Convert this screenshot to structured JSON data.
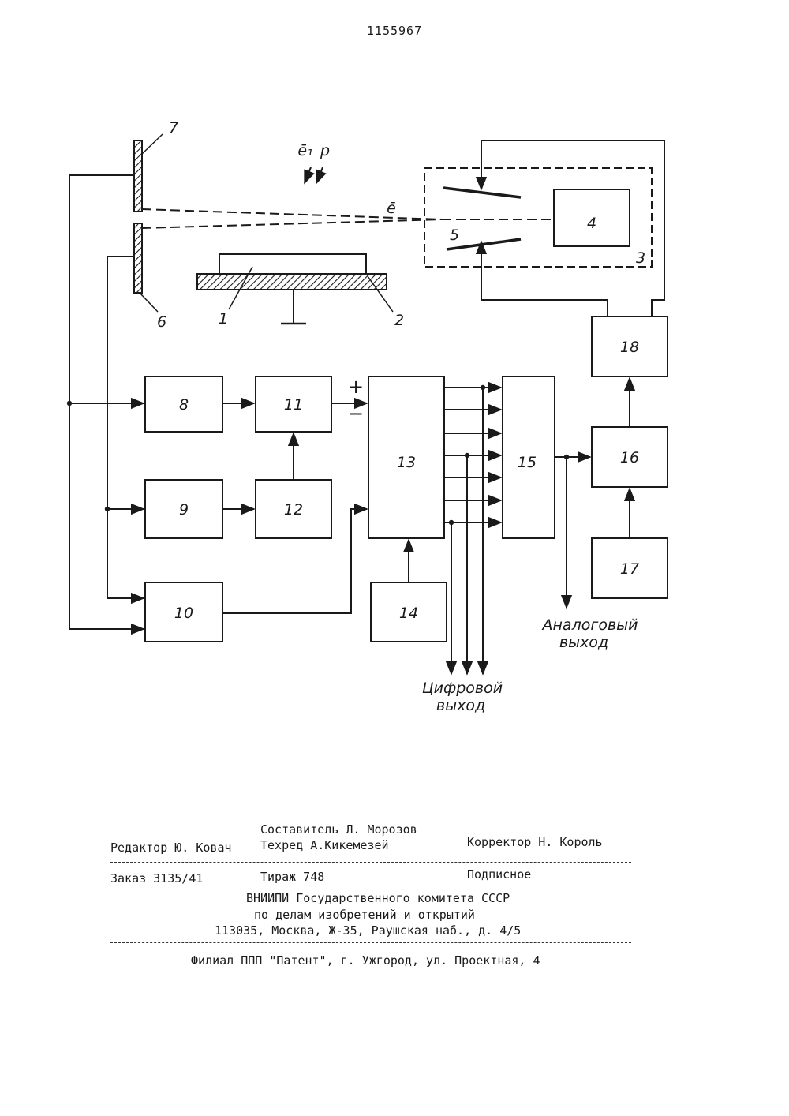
{
  "header": {
    "patent_number": "1155967"
  },
  "diagram": {
    "blocks": {
      "b4": "4",
      "b8": "8",
      "b9": "9",
      "b10": "10",
      "b11": "11",
      "b12": "12",
      "b13": "13",
      "b14": "14",
      "b15": "15",
      "b16": "16",
      "b17": "17",
      "b18": "18"
    },
    "labels": {
      "l1": "1",
      "l2": "2",
      "l3": "3",
      "l5": "5",
      "l6": "6",
      "l7": "7",
      "beam_e": "ē",
      "incident_e1": "ē₁",
      "incident_p": "p",
      "plus": "+",
      "minus": "−"
    },
    "outputs": {
      "analog_line1": "Аналоговый",
      "analog_line2": "выход",
      "digital_line1": "Цифровой",
      "digital_line2": "выход"
    }
  },
  "footer": {
    "compiler": "Составитель Л. Морозов",
    "editor": "Редактор Ю. Ковач",
    "techred": "Техред А.Кикемезей",
    "corrector": "Корректор Н. Король",
    "order": "Заказ 3135/41",
    "circulation": "Тираж 748",
    "subscription": "Подписное",
    "org_line1": "ВНИИПИ Государственного комитета СССР",
    "org_line2": "по делам изобретений и открытий",
    "org_line3": "113035, Москва, Ж-35, Раушская наб., д. 4/5",
    "branch": "Филиал ППП \"Патент\", г. Ужгород, ул. Проектная, 4"
  }
}
